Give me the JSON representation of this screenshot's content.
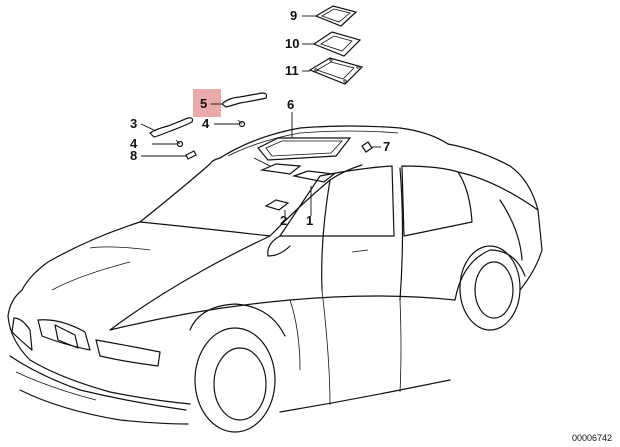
{
  "diagram": {
    "highlight_color": "#e89a9a",
    "line_color": "#111111",
    "callouts": [
      {
        "id": "c9",
        "label": "9"
      },
      {
        "id": "c10",
        "label": "10"
      },
      {
        "id": "c11",
        "label": "11"
      },
      {
        "id": "c5",
        "label": "5"
      },
      {
        "id": "c6",
        "label": "6"
      },
      {
        "id": "c3",
        "label": "3"
      },
      {
        "id": "c4a",
        "label": "4"
      },
      {
        "id": "c4b",
        "label": "4"
      },
      {
        "id": "c8",
        "label": "8"
      },
      {
        "id": "c7",
        "label": "7"
      },
      {
        "id": "c2",
        "label": "2"
      },
      {
        "id": "c1",
        "label": "1"
      }
    ],
    "reference_number": "00006742"
  }
}
